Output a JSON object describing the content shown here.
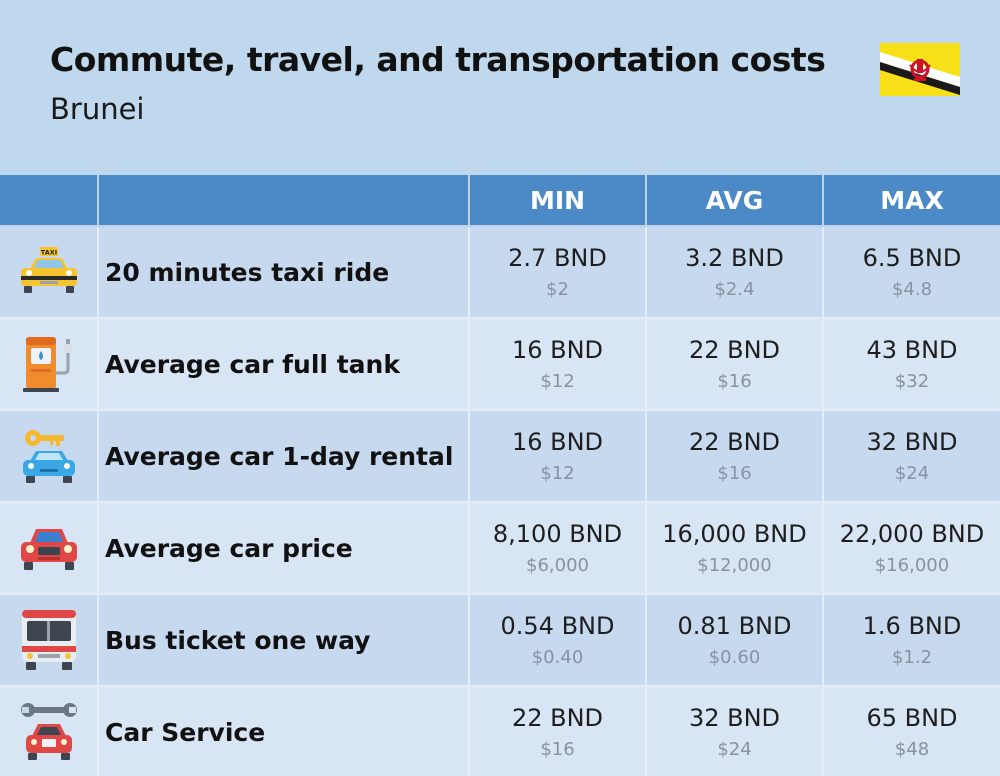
{
  "header": {
    "title": "Commute, travel, and transportation costs",
    "subtitle": "Brunei"
  },
  "flag": {
    "icon": "brunei-flag-icon",
    "colors": [
      "#f7e017",
      "#ffffff",
      "#000000",
      "#cf1126"
    ]
  },
  "table": {
    "columns": [
      "",
      "",
      "MIN",
      "AVG",
      "MAX"
    ],
    "rows": [
      {
        "icon": "taxi-icon",
        "label": "20 minutes taxi ride",
        "min": "2.7 BND",
        "min_usd": "$2",
        "avg": "3.2 BND",
        "avg_usd": "$2.4",
        "max": "6.5 BND",
        "max_usd": "$4.8"
      },
      {
        "icon": "fuel-pump-icon",
        "label": "Average car full tank",
        "min": "16 BND",
        "min_usd": "$12",
        "avg": "22 BND",
        "avg_usd": "$16",
        "max": "43 BND",
        "max_usd": "$32"
      },
      {
        "icon": "car-key-icon",
        "label": "Average car 1-day rental",
        "min": "16 BND",
        "min_usd": "$12",
        "avg": "22 BND",
        "avg_usd": "$16",
        "max": "32 BND",
        "max_usd": "$24"
      },
      {
        "icon": "red-car-icon",
        "label": "Average car price",
        "min": "8,100 BND",
        "min_usd": "$6,000",
        "avg": "16,000 BND",
        "avg_usd": "$12,000",
        "max": "22,000 BND",
        "max_usd": "$16,000"
      },
      {
        "icon": "bus-icon",
        "label": "Bus ticket one way",
        "min": "0.54 BND",
        "min_usd": "$0.40",
        "avg": "0.81 BND",
        "avg_usd": "$0.60",
        "max": "1.6 BND",
        "max_usd": "$1.2"
      },
      {
        "icon": "car-service-icon",
        "label": "Car Service",
        "min": "22 BND",
        "min_usd": "$16",
        "avg": "32 BND",
        "avg_usd": "$24",
        "max": "65 BND",
        "max_usd": "$48"
      }
    ]
  },
  "colors": {
    "background": "#bfd8ee",
    "header_row": "#4b8ac6",
    "row_odd": "#c7d9ef",
    "row_even": "#d7e5f4",
    "usd_text": "#8892a0"
  }
}
